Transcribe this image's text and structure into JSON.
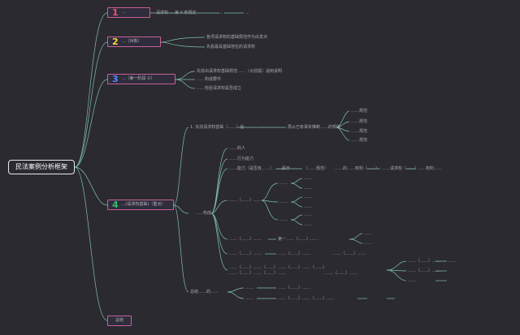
{
  "root": {
    "label": "民法案例分析框架"
  },
  "branches": [
    {
      "number": "1",
      "label": "...",
      "number_color": "#ff4d6d"
    },
    {
      "number": "2",
      "label": "...（对象）",
      "number_color": "#ffd23f"
    },
    {
      "number": "3",
      "label": "...（第一阶段 ①）",
      "number_color": "#4d8bff"
    },
    {
      "number": "4",
      "label": "...(请求权基础)（重点）",
      "number_color": "#27c26b"
    },
    {
      "number": "",
      "label": "总结",
      "number_color": "#ffffff"
    }
  ],
  "b1_children": [
    "请求权 ... 第 X 条规定",
    "...",
    "..."
  ],
  "b2_children": [
    "各项请求权的基础规范作为出发点",
    "先看最具基础地位的请求权"
  ],
  "b3_children": [
    "先找出请求权基础规范……（大前提）适用说明",
    "……构成要件",
    "……检验请求权是否成立"
  ],
  "b4": {
    "top_row": [
      "1. 先找请求权基础（……）后",
      "--",
      "再从已有事实推断……的规范"
    ],
    "top_leaves": [
      "……规范",
      "……规范",
      "……规范",
      "……规范"
    ],
    "mid_items": [
      "……的人",
      "……行为能力",
      "……能力（是否有……）……属于",
      "……（……）……"
    ],
    "mid_row_chain": [
      "（……规范）",
      "……的……权利（……）",
      "……请求权（……）",
      "……权利……"
    ],
    "tree_items": [
      "……构成",
      "……",
      "……",
      "……",
      "……",
      "……",
      "……",
      "……",
      "……",
      "……",
      "……"
    ],
    "row_a": [
      "……（……）……",
      "第一……（……）……",
      "……",
      "……"
    ],
    "row_b": [
      "……（……）……",
      "……（……）……",
      "……（……）……"
    ],
    "row_c_lines": [
      "……（……）……（……）……（……）……（……）",
      "……（……）……（……）……",
      "……（……）……"
    ],
    "row_c_right": [
      "……（……）……",
      "……（……）……",
      "……"
    ],
    "bottom_label": "总结……的……",
    "bottom_items": [
      "……",
      "……（……）……",
      "……",
      "……（……）……（……）……"
    ]
  }
}
